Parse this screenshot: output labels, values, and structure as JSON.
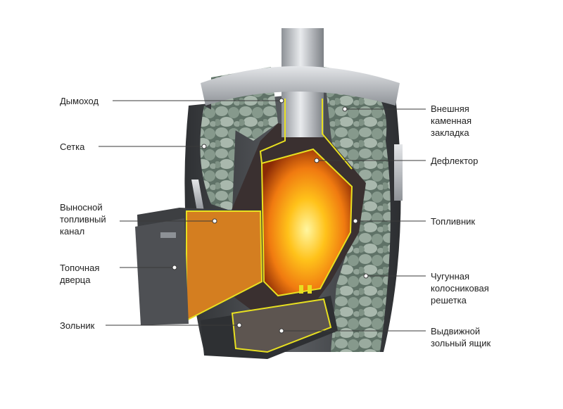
{
  "labels_left": [
    {
      "id": "chimney",
      "text": "Дымоход"
    },
    {
      "id": "mesh",
      "text": "Сетка"
    },
    {
      "id": "remote-channel",
      "text": "Выносной\nтопливный\nканал"
    },
    {
      "id": "firebox-door",
      "text": "Топочная\nдверца"
    },
    {
      "id": "ash-pit",
      "text": "Зольник"
    }
  ],
  "labels_right": [
    {
      "id": "outer-stones",
      "text": "Внешняя\nкаменная\nзакладка"
    },
    {
      "id": "deflector",
      "text": "Дефлектор"
    },
    {
      "id": "firebox",
      "text": "Топливник"
    },
    {
      "id": "grate",
      "text": "Чугунная\nколосниковая\nрешетка"
    },
    {
      "id": "ash-drawer",
      "text": "Выдвижной\nзольный ящик"
    }
  ],
  "colors": {
    "body": "#4a4c50",
    "steel": "#b9bcc0",
    "stone": "#7d8f82",
    "fire": "#f08a18",
    "edge": "#e8e020"
  }
}
